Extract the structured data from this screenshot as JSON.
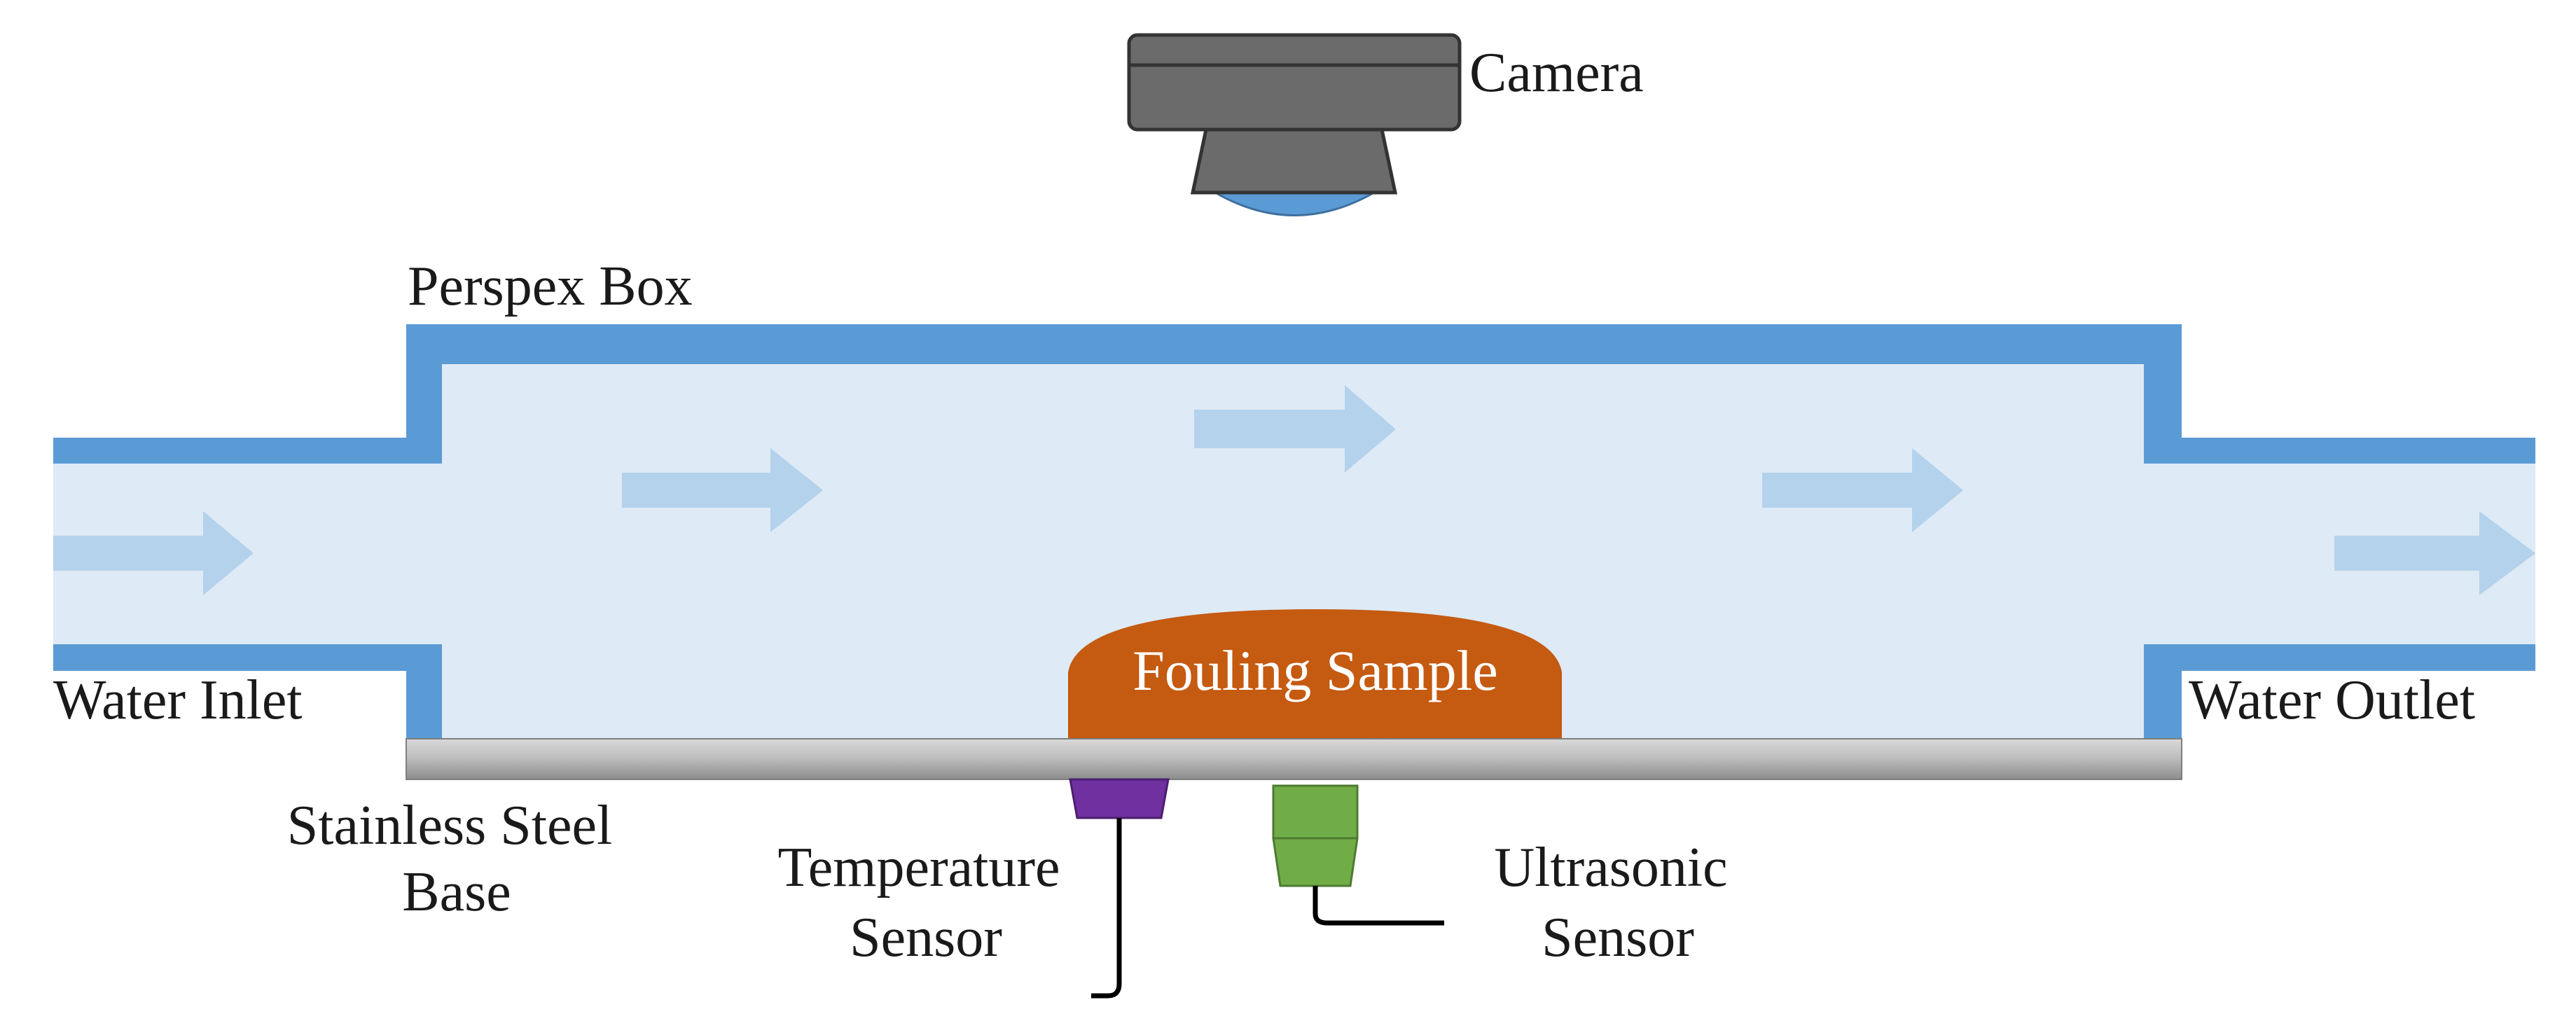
{
  "labels": {
    "camera": "Camera",
    "perspex_box": "Perspex Box",
    "water_inlet": "Water Inlet",
    "water_outlet": "Water Outlet",
    "fouling_sample": "Fouling Sample",
    "stainless_steel_base_line1": "Stainless Steel",
    "stainless_steel_base_line2": "Base",
    "temperature_sensor_line1": "Temperature",
    "temperature_sensor_line2": "Sensor",
    "ultrasonic_sensor_line1": "Ultrasonic",
    "ultrasonic_sensor_line2": "Sensor"
  },
  "colors": {
    "wall_blue": "#5b9bd5",
    "water_fill": "#deeaf6",
    "flow_arrow": "#b4d2ec",
    "camera_body": "#6b6b6b",
    "camera_lens": "#5b9bd5",
    "fouling_sample": "#c55a11",
    "fouling_text": "#ffffff",
    "steel_base_top": "#d9d9d9",
    "steel_base_bottom": "#8c8c8c",
    "temperature_sensor": "#7030a0",
    "ultrasonic_sensor": "#70ad47",
    "cable": "#000000"
  },
  "icons": [
    "camera-icon",
    "flow-arrow-icon",
    "temperature-sensor-icon",
    "ultrasonic-sensor-icon"
  ]
}
